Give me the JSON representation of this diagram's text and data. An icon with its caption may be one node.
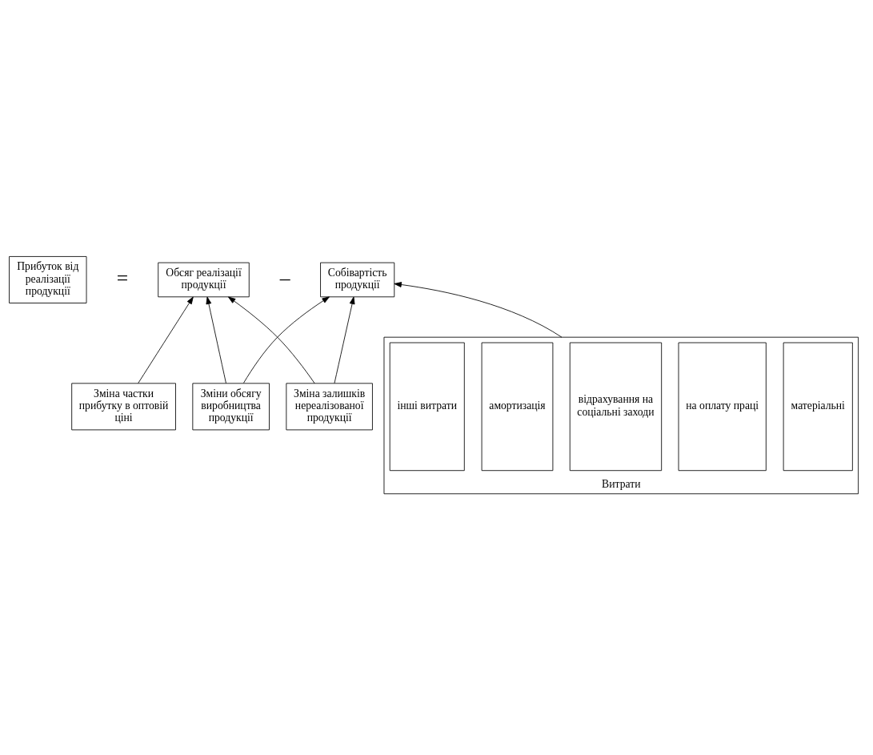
{
  "diagram": {
    "nodes": [
      {
        "text": [
          "Прибуток від реалізації продукції"
        ]
      },
      {
        "text": [
          "Обсяг реалізації продукції"
        ]
      },
      {
        "text": [
          "Собівартість продукції"
        ]
      },
      {
        "text": [
          "Зміни обсягу виробництва продукції"
        ]
      },
      {
        "text": [
          "Зміна залишків нереалізованої продукції"
        ]
      },
      {
        "text": [
          "Зміна частки прибутку в оптовій ціні"
        ]
      },
      {
        "text": [
          "Витрати"
        ]
      },
      {
        "text": [
          "матеріальні"
        ],
        "in": 6
      },
      {
        "text": [
          "на оплату праці"
        ],
        "in": 6
      },
      {
        "text": [
          "відрахування на соціальні заходи"
        ],
        "in": 6
      },
      {
        "text": [
          "амортизація"
        ],
        "in": 6
      },
      {
        "text": [
          "інші витрати"
        ],
        "in": 6
      }
    ],
    "edges": [
      {
        "from": 3,
        "to": 1,
        "arrow": "to"
      },
      {
        "from": 3,
        "to": 2,
        "arrow": "to"
      },
      {
        "from": 4,
        "to": 1,
        "arrow": "to"
      },
      {
        "from": 4,
        "to": 2,
        "arrow": "to"
      },
      {
        "from": 5,
        "to": 1,
        "arrow": "to"
      },
      {
        "from": 6,
        "to": 2,
        "arrow": "to"
      }
    ],
    "labels": [
      "=",
      "–"
    ]
  }
}
